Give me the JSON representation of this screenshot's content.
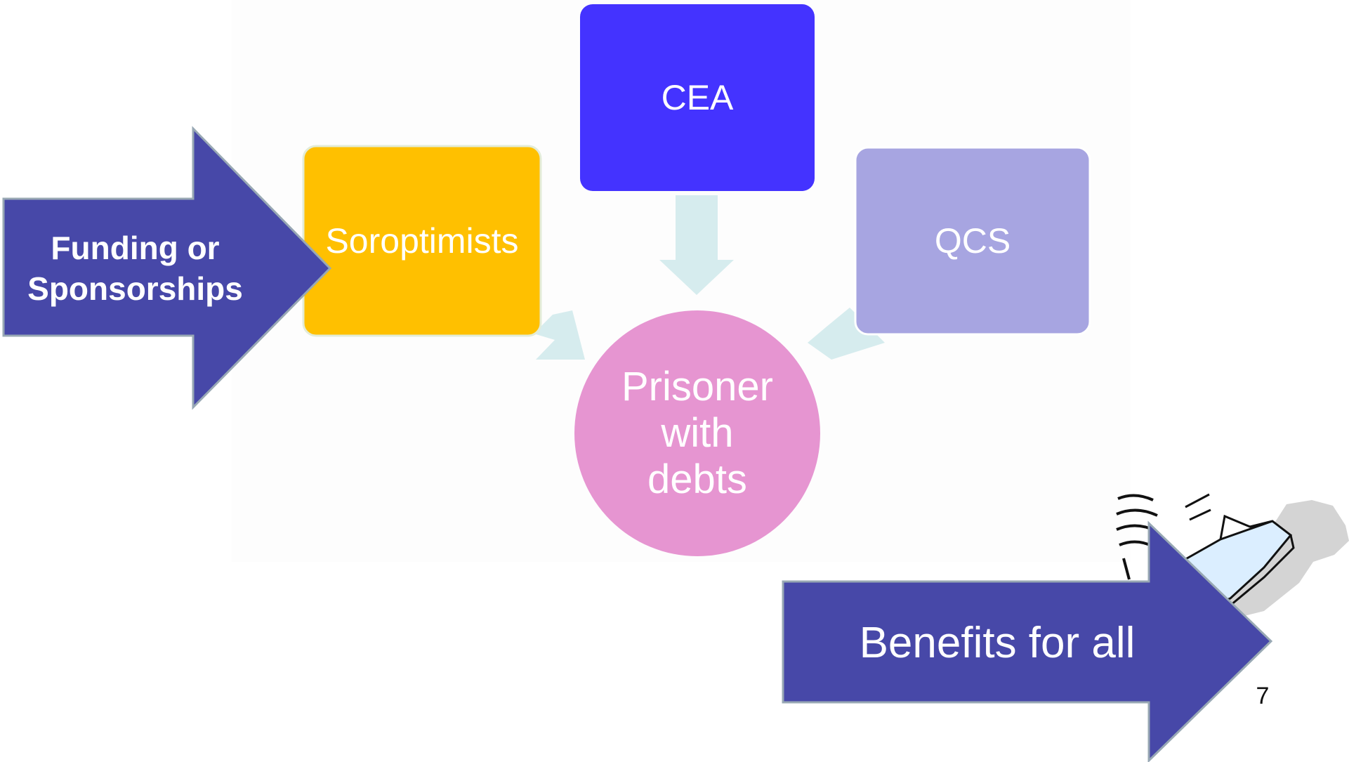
{
  "diagram": {
    "nodes": {
      "cea": {
        "label": "CEA",
        "color": "#4433ff"
      },
      "soroptimists": {
        "label": "Soroptimists",
        "color": "#ffc000"
      },
      "qcs": {
        "label": "QCS",
        "color": "#a7a5e1"
      },
      "prisoner": {
        "label": "Prisoner\nwith\ndebts",
        "color": "#e695d1"
      }
    },
    "connector_color": "#d6ecee"
  },
  "funding_arrow": {
    "label": "Funding or\nSponsorships",
    "color": "#4748a8"
  },
  "benefits_arrow": {
    "label": "Benefits for all",
    "color": "#4748a8"
  },
  "page_number": "7",
  "illustration": {
    "icon": "paper-notes-icon"
  }
}
